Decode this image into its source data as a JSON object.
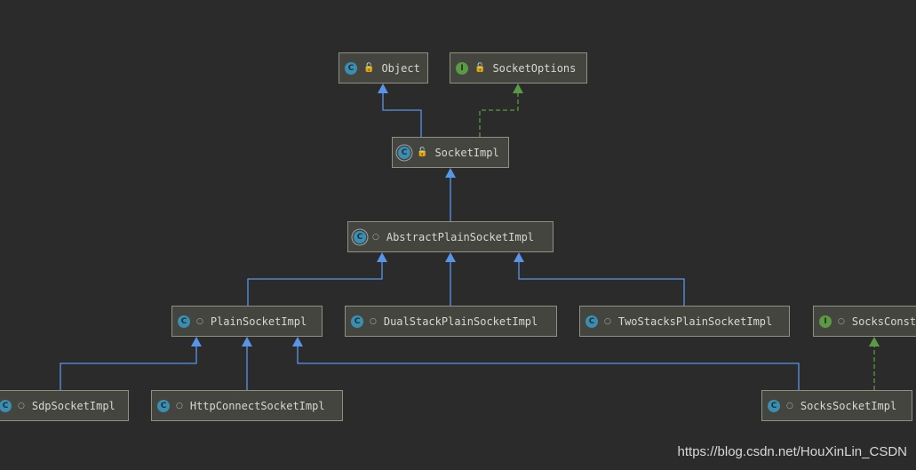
{
  "nodes": {
    "object": {
      "label": "Object",
      "kind": "C",
      "visibility": "public"
    },
    "socketoptions": {
      "label": "SocketOptions",
      "kind": "I",
      "visibility": "public"
    },
    "socketimpl": {
      "label": "SocketImpl",
      "kind": "C",
      "abstract": true,
      "visibility": "public"
    },
    "abstractplainsocketimpl": {
      "label": "AbstractPlainSocketImpl",
      "kind": "C",
      "abstract": true,
      "visibility": "package"
    },
    "plainsocketimpl": {
      "label": "PlainSocketImpl",
      "kind": "C",
      "visibility": "package"
    },
    "dualstackplainsocketimpl": {
      "label": "DualStackPlainSocketImpl",
      "kind": "C",
      "visibility": "package"
    },
    "twostacksplainsocketimpl": {
      "label": "TwoStacksPlainSocketImpl",
      "kind": "C",
      "visibility": "package"
    },
    "socksconsts": {
      "label": "SocksConsts",
      "kind": "I",
      "visibility": "package"
    },
    "sdpsocketimpl": {
      "label": "SdpSocketImpl",
      "kind": "C",
      "visibility": "package"
    },
    "httpconnectsocketimpl": {
      "label": "HttpConnectSocketImpl",
      "kind": "C",
      "visibility": "package"
    },
    "sockssocketimpl": {
      "label": "SocksSocketImpl",
      "kind": "C",
      "visibility": "package"
    }
  },
  "icons": {
    "class": "C",
    "interface": "I",
    "public": "🔓",
    "package": "○"
  },
  "edges": [
    {
      "from": "SocketImpl",
      "to": "Object",
      "type": "extends"
    },
    {
      "from": "SocketImpl",
      "to": "SocketOptions",
      "type": "implements"
    },
    {
      "from": "AbstractPlainSocketImpl",
      "to": "SocketImpl",
      "type": "extends"
    },
    {
      "from": "PlainSocketImpl",
      "to": "AbstractPlainSocketImpl",
      "type": "extends"
    },
    {
      "from": "DualStackPlainSocketImpl",
      "to": "AbstractPlainSocketImpl",
      "type": "extends"
    },
    {
      "from": "TwoStacksPlainSocketImpl",
      "to": "AbstractPlainSocketImpl",
      "type": "extends"
    },
    {
      "from": "SdpSocketImpl",
      "to": "PlainSocketImpl",
      "type": "extends"
    },
    {
      "from": "HttpConnectSocketImpl",
      "to": "PlainSocketImpl",
      "type": "extends"
    },
    {
      "from": "SocksSocketImpl",
      "to": "PlainSocketImpl",
      "type": "extends"
    },
    {
      "from": "SocksSocketImpl",
      "to": "SocksConsts",
      "type": "implements"
    }
  ],
  "colors": {
    "background": "#2b2b2b",
    "extends_edge": "#5895e8",
    "implements_edge": "#5a9a45",
    "class_icon": "#3b8eb0",
    "interface_icon": "#5a9a45"
  },
  "watermark": "https://blog.csdn.net/HouXinLin_CSDN"
}
